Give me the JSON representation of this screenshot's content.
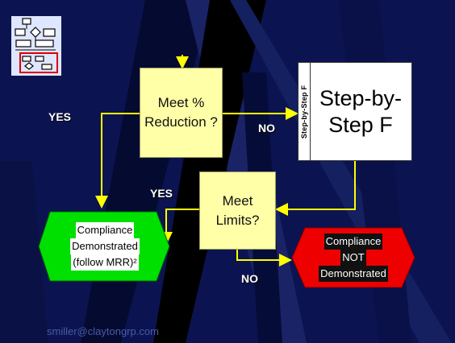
{
  "colors": {
    "background": "#0b1450",
    "decision_fill": "#ffffa8",
    "compliance_ok": "#00e000",
    "compliance_not": "#ee0000",
    "connector": "#ffff00"
  },
  "logo": {
    "icon": "flowchart-thumbnail-icon"
  },
  "decision_reduction": {
    "label": "Meet % Reduction ?"
  },
  "decision_limits": {
    "label": "Meet Limits?"
  },
  "step_box": {
    "side_label": "Step-by-Step F",
    "main_label": "Step-by-Step F"
  },
  "compliance_demonstrated": {
    "line1": "Compliance",
    "line2": "Demonstrated",
    "line3": "(follow MRR)²"
  },
  "compliance_not_demonstrated": {
    "line1": "Compliance",
    "line2": "NOT",
    "line3": "Demonstrated"
  },
  "labels": {
    "yes_reduction": "YES",
    "no_reduction": "NO",
    "yes_limits": "YES",
    "no_limits": "NO"
  },
  "footer": {
    "email": "smiller@claytongrp.com"
  }
}
